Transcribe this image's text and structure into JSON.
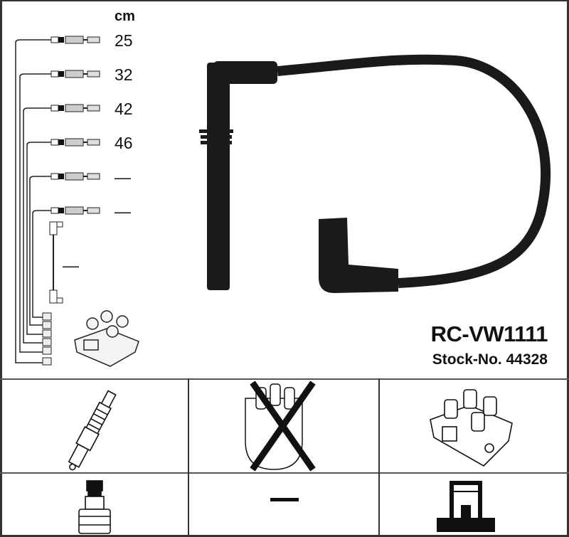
{
  "product": {
    "code": "RC-VW1111",
    "stock_label": "Stock-No. 44328"
  },
  "lengths": {
    "unit": "cm",
    "items": [
      "25",
      "32",
      "42",
      "46",
      "—",
      "—"
    ],
    "extra_cable": "—"
  },
  "application_grid": {
    "row1": [
      {
        "icon": "spark-plug-icon",
        "applicable": true
      },
      {
        "icon": "distributor-cap-icon",
        "applicable": false
      },
      {
        "icon": "ignition-coil-icon",
        "applicable": true
      }
    ],
    "row2": [
      {
        "icon": "plug-terminal-icon"
      },
      {
        "label": "—"
      },
      {
        "icon": "coil-terminal-icon"
      }
    ]
  },
  "colors": {
    "cable": "#1a1a1a",
    "border": "#333333"
  }
}
